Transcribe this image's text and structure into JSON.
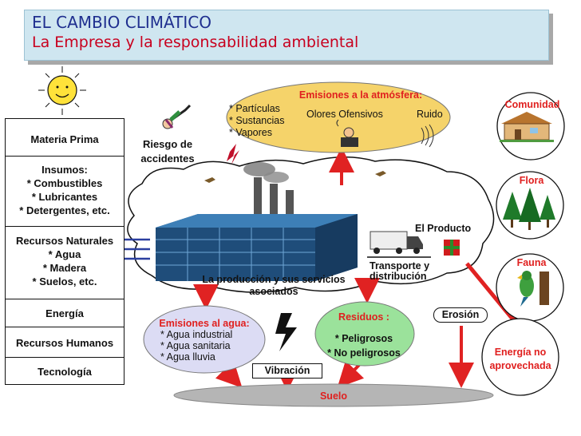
{
  "title": {
    "line1": "EL CAMBIO CLIMÁTICO",
    "line2": "La Empresa y la responsabilidad ambiental"
  },
  "inputs": {
    "materia_prima": "Materia Prima",
    "insumos": [
      "Insumos:",
      "* Combustibles",
      "* Lubricantes",
      "* Detergentes, etc."
    ],
    "recursos_naturales": [
      "Recursos Naturales",
      "* Agua",
      "* Madera",
      "* Suelos, etc."
    ],
    "energia": "Energía",
    "recursos_humanos": "Recursos Humanos",
    "tecnologia": "Tecnología"
  },
  "riesgo": [
    "Riesgo de",
    "accidentes"
  ],
  "emisiones_atmosfera": {
    "title": "Emisiones a la atmósfera:",
    "items": [
      "* Partículas",
      "* Sustancias",
      "* Vapores"
    ],
    "olores": "Olores Ofensivos",
    "ruido": "Ruido"
  },
  "produccion": [
    "La producción y sus servicios",
    "asociados"
  ],
  "producto": "El Producto",
  "transporte": [
    "Transporte y",
    "distribución"
  ],
  "emisiones_agua": {
    "title": "Emisiones al agua:",
    "items": [
      "* Agua industrial",
      "* Agua sanitaria",
      "* Agua lluvia"
    ]
  },
  "residuos": {
    "title": "Residuos :",
    "items": [
      "* Peligrosos",
      "* No peligrosos"
    ]
  },
  "vibracion": "Vibración",
  "erosion": "Erosión",
  "suelo": "Suelo",
  "comunidad": "Comunidad",
  "flora": "Flora",
  "fauna": "Fauna",
  "energia_no": [
    "Energía no",
    "aprovechada"
  ],
  "colors": {
    "title_bg": "#cfe6f0",
    "red_text": "#e0201f",
    "arrow_red": "#e02222",
    "yellow_fill": "#f5d36a",
    "green_fill": "#9be29b",
    "blue_fill": "#dcdcf4",
    "ground_fill": "#b5b5b5"
  }
}
